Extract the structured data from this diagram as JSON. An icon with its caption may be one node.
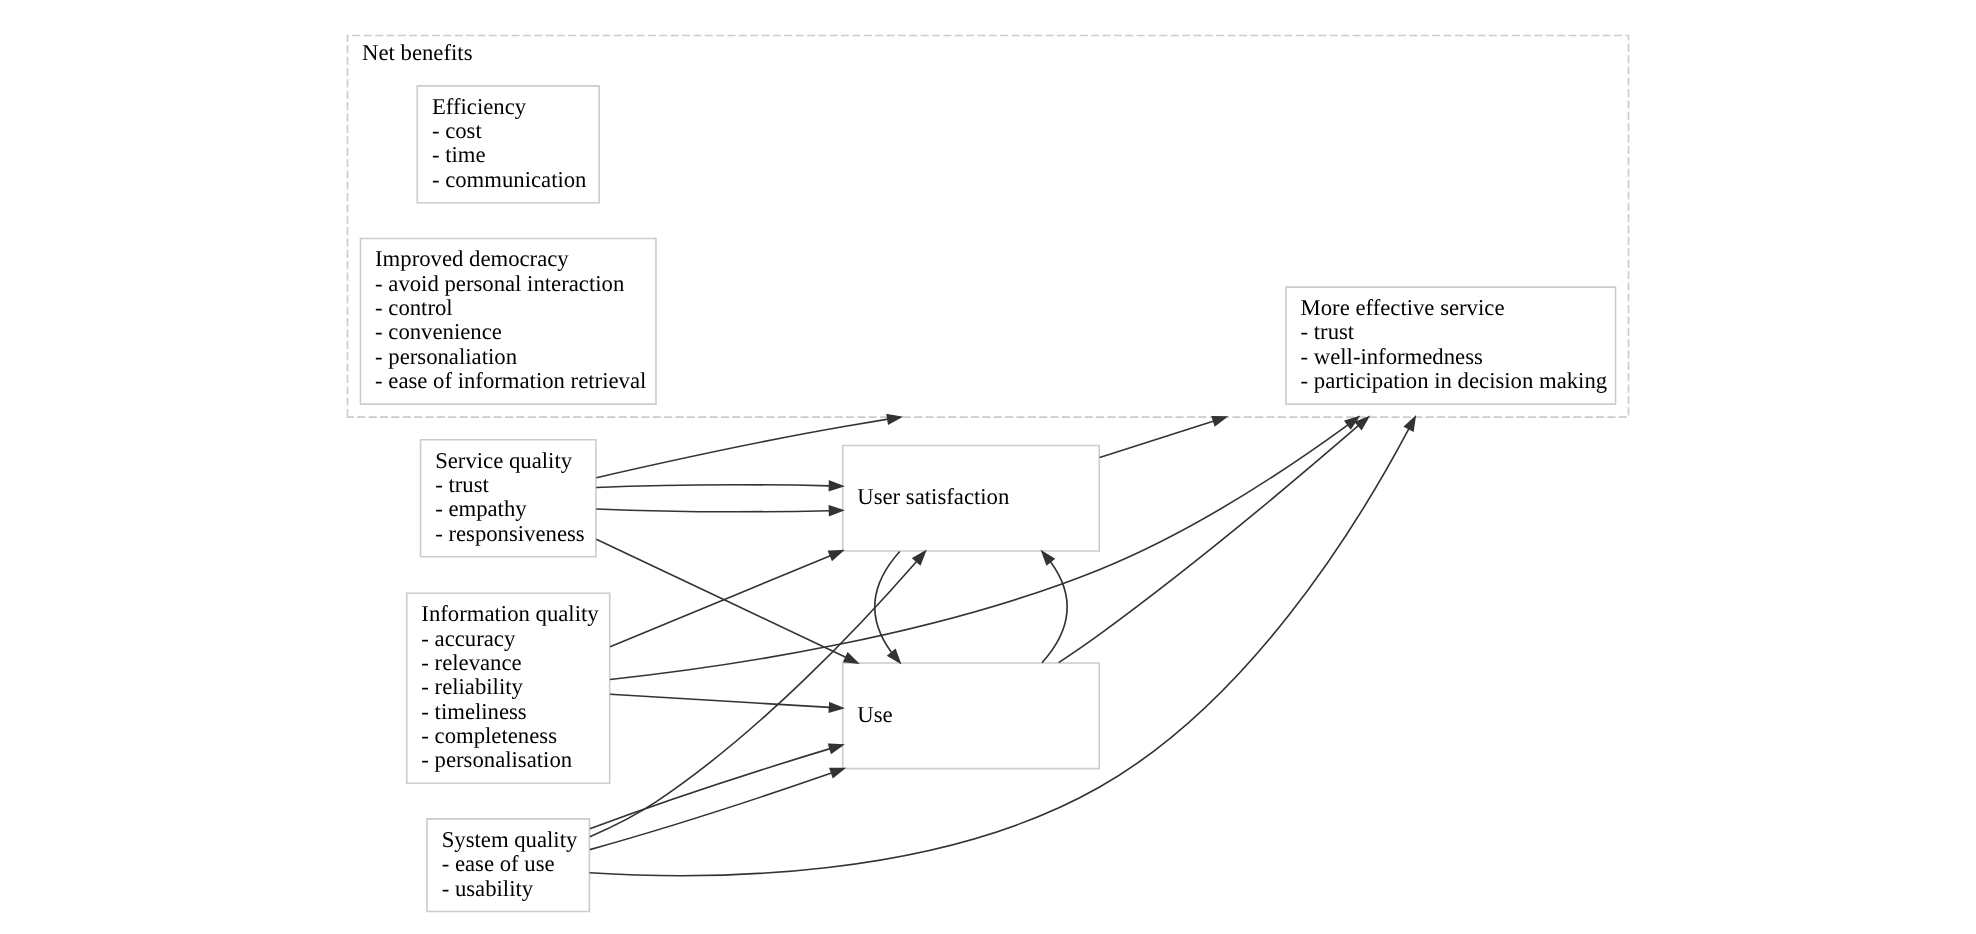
{
  "diagram": {
    "nodes": [
      {
        "text": [
          "System quality",
          "- ease of use",
          "- usability"
        ]
      },
      {
        "text": [
          "Information quality",
          "- accuracy",
          "- relevance",
          "- reliability",
          "- timeliness",
          "- completeness",
          "- personalisation"
        ]
      },
      {
        "text": [
          "Service quality",
          "- trust",
          "- empathy",
          "- responsiveness"
        ]
      },
      {
        "text": [
          "Use"
        ]
      },
      {
        "text": [
          "User satisfaction"
        ]
      },
      {
        "text": [
          "Net benefits"
        ]
      },
      {
        "text": [
          "Efficiency",
          "- cost",
          "- time",
          "- communication"
        ],
        "in": 5
      },
      {
        "text": [
          "More effective service",
          "- trust",
          "- well-informedness",
          "- participation in decision making"
        ],
        "in": 5
      },
      {
        "text": [
          "Improved democracy",
          "- avoid personal interaction",
          "- control",
          "- convenience",
          "- personaliation",
          "- ease of information retrieval"
        ],
        "in": 5
      }
    ],
    "edges": [
      {
        "from": 0,
        "to": 3,
        "arrow": "to"
      },
      {
        "from": 0,
        "to": 4,
        "arrow": "to"
      },
      {
        "from": 1,
        "to": 3,
        "arrow": "to"
      },
      {
        "from": 1,
        "to": 4,
        "arrow": "to"
      },
      {
        "from": 1,
        "to": 5,
        "arrow": "to"
      },
      {
        "from": 2,
        "to": 3,
        "arrow": "to"
      },
      {
        "from": 2,
        "to": 4,
        "arrow": "to"
      },
      {
        "from": 3,
        "to": 4,
        "arrow": "to"
      },
      {
        "from": 3,
        "to": 5,
        "arrow": "to"
      },
      {
        "from": 4,
        "to": 5,
        "arrow": "to"
      },
      {
        "from": 4,
        "to": 3,
        "arrow": "to"
      },
      {
        "from": 0,
        "to": 5,
        "arrow": "to"
      },
      {
        "from": 0,
        "to": 3,
        "arrow": "to"
      },
      {
        "from": 2,
        "to": 5,
        "arrow": "to"
      },
      {
        "from": 2,
        "to": 4,
        "arrow": "to"
      }
    ]
  }
}
